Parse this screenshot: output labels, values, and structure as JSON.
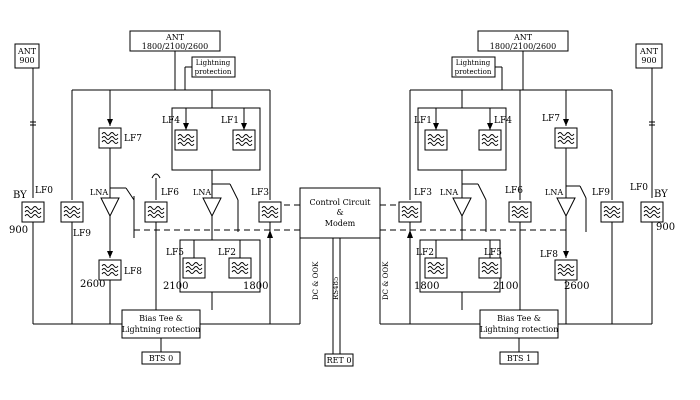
{
  "ant_900_left": {
    "line1": "ANT",
    "line2": "900"
  },
  "ant_900_right": {
    "line1": "ANT",
    "line2": "900"
  },
  "ant_multi_left": {
    "line1": "ANT",
    "line2": "1800/2100/2600"
  },
  "ant_multi_right": {
    "line1": "ANT",
    "line2": "1800/2100/2600"
  },
  "lightning_left": {
    "line1": "Lightning",
    "line2": "protection"
  },
  "lightning_right": {
    "line1": "Lightning",
    "line2": "protection"
  },
  "bias_tee_left": {
    "line1": "Bias Tee   &",
    "line2": "Lightning rotection"
  },
  "bias_tee_right": {
    "line1": "Bias Tee   &",
    "line2": "Lightning rotection"
  },
  "control_circuit": {
    "line1": "Control Circuit",
    "line2": "&",
    "line3": "Modem"
  },
  "bts_left": "BTS 0",
  "bts_right": "BTS 1",
  "ret": "RET 0",
  "rs485": "RS485",
  "dc_ook": "DC & OOK",
  "by": "BY",
  "lna": "LNA",
  "filters": {
    "lf0": "LF0",
    "lf1": "LF1",
    "lf2": "LF2",
    "lf3": "LF3",
    "lf4": "LF4",
    "lf5": "LF5",
    "lf6": "LF6",
    "lf7": "LF7",
    "lf8": "LF8",
    "lf9": "LF9"
  },
  "bands": {
    "b900": "900",
    "b1800": "1800",
    "b2100": "2100",
    "b2600": "2600"
  }
}
